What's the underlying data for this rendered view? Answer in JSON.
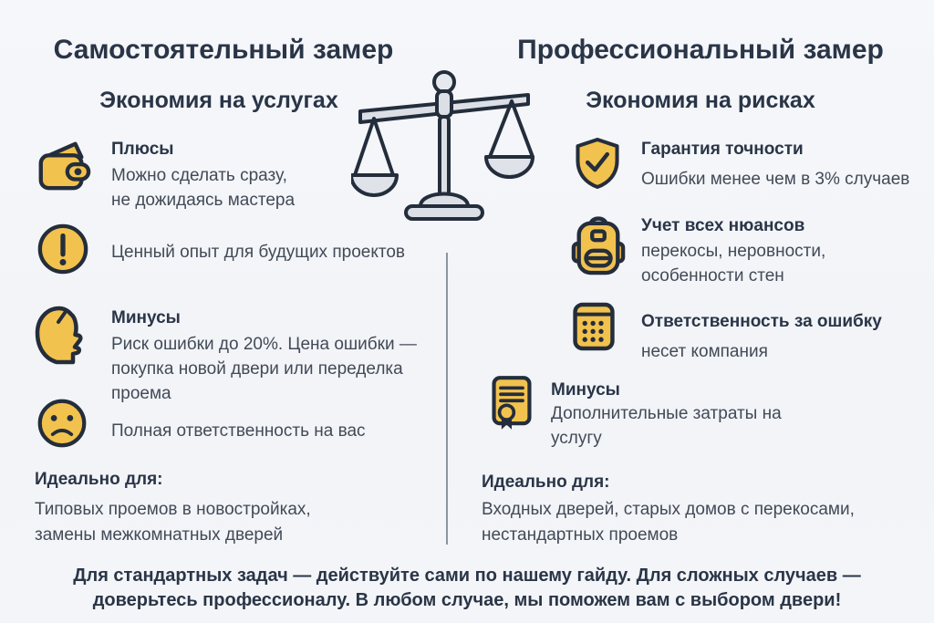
{
  "left": {
    "title": "Самостоятельный замер",
    "subtitle": "Экономия на услугах",
    "pros_title": "Плюсы",
    "pros_text": "Можно сделать сразу,\nне дожидаясь мастера",
    "experience_text": "Ценный опыт для будущих проектов",
    "cons_title": "Минусы",
    "cons_text": "Риск ошибки до 20%. Цена ошибки —\nпокупка новой двери или переделка\nпроема",
    "responsibility_text": "Полная ответственность на вас",
    "ideal_label": "Идеально для:",
    "ideal_text": "Типовых проемов в новостройках,\nзамены межкомнатных дверей"
  },
  "right": {
    "title": "Профессиональный замер",
    "subtitle": "Экономия на рисках",
    "accuracy_title": "Гарантия точности",
    "accuracy_text": "Ошибки менее чем в 3% случаев",
    "nuances_title": "Учет всех нюансов",
    "nuances_text": "перекосы, неровности,\nособенности стен",
    "liability_title": "Ответственность за ошибку",
    "liability_text": "несет компания",
    "cons_title": "Минусы",
    "cons_text": "Дополнительные затраты на\nуслугу",
    "ideal_label": "Идеально для:",
    "ideal_text": "Входных дверей, старых домов с перекосами,\nнестандартных проемов"
  },
  "footer": "Для стандартных задач — действуйте сами по нашему гайду. Для сложных случаев —\nдоверьтесь профессионалу. В любом случае, мы поможем вам с выбором двери!",
  "icons": {
    "left_pros": "wallet-icon",
    "left_experience": "exclamation-icon",
    "left_cons": "head-profile-icon",
    "left_responsibility": "sad-face-icon",
    "right_accuracy": "shield-check-icon",
    "right_nuances": "backpack-icon",
    "right_liability": "calculator-icon",
    "right_cons": "certificate-icon",
    "center": "balance-scale-icon"
  },
  "colors": {
    "background": "#F3F5F8",
    "accent_yellow": "#F2C24E",
    "outline_dark": "#242D3B",
    "heading": "#2A3547",
    "body_text": "#424A57",
    "scale_fill": "#DCE0E6"
  }
}
